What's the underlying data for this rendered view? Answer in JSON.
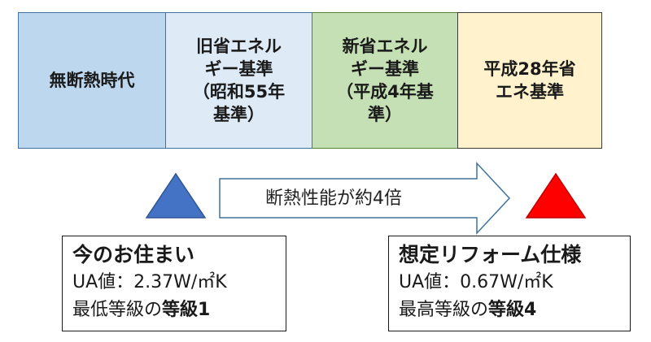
{
  "eras": [
    {
      "label": "無断熱時代",
      "bg": "#bdd7ee"
    },
    {
      "label": "旧省エネル\nギー基準\n（昭和55年\n基準）",
      "bg": "#deebf7"
    },
    {
      "label": "新省エネル\nギー基準\n（平成4年基\n準）",
      "bg": "#c5e0b4"
    },
    {
      "label": "平成28年省\nエネ基準",
      "bg": "#fff2cc"
    }
  ],
  "arrow": {
    "label": "断熱性能が約4倍"
  },
  "markers": {
    "current_color": "#4472c4",
    "target_color": "#ff0000"
  },
  "current": {
    "title": "今のお住まい",
    "ua": "UA値：2.37W/㎡K",
    "grade_prefix": "最低等級の",
    "grade": "等級1"
  },
  "target": {
    "title": "想定リフォーム仕様",
    "ua": "UA値：0.67W/㎡K",
    "grade_prefix": "最高等級の",
    "grade": "等級4"
  }
}
